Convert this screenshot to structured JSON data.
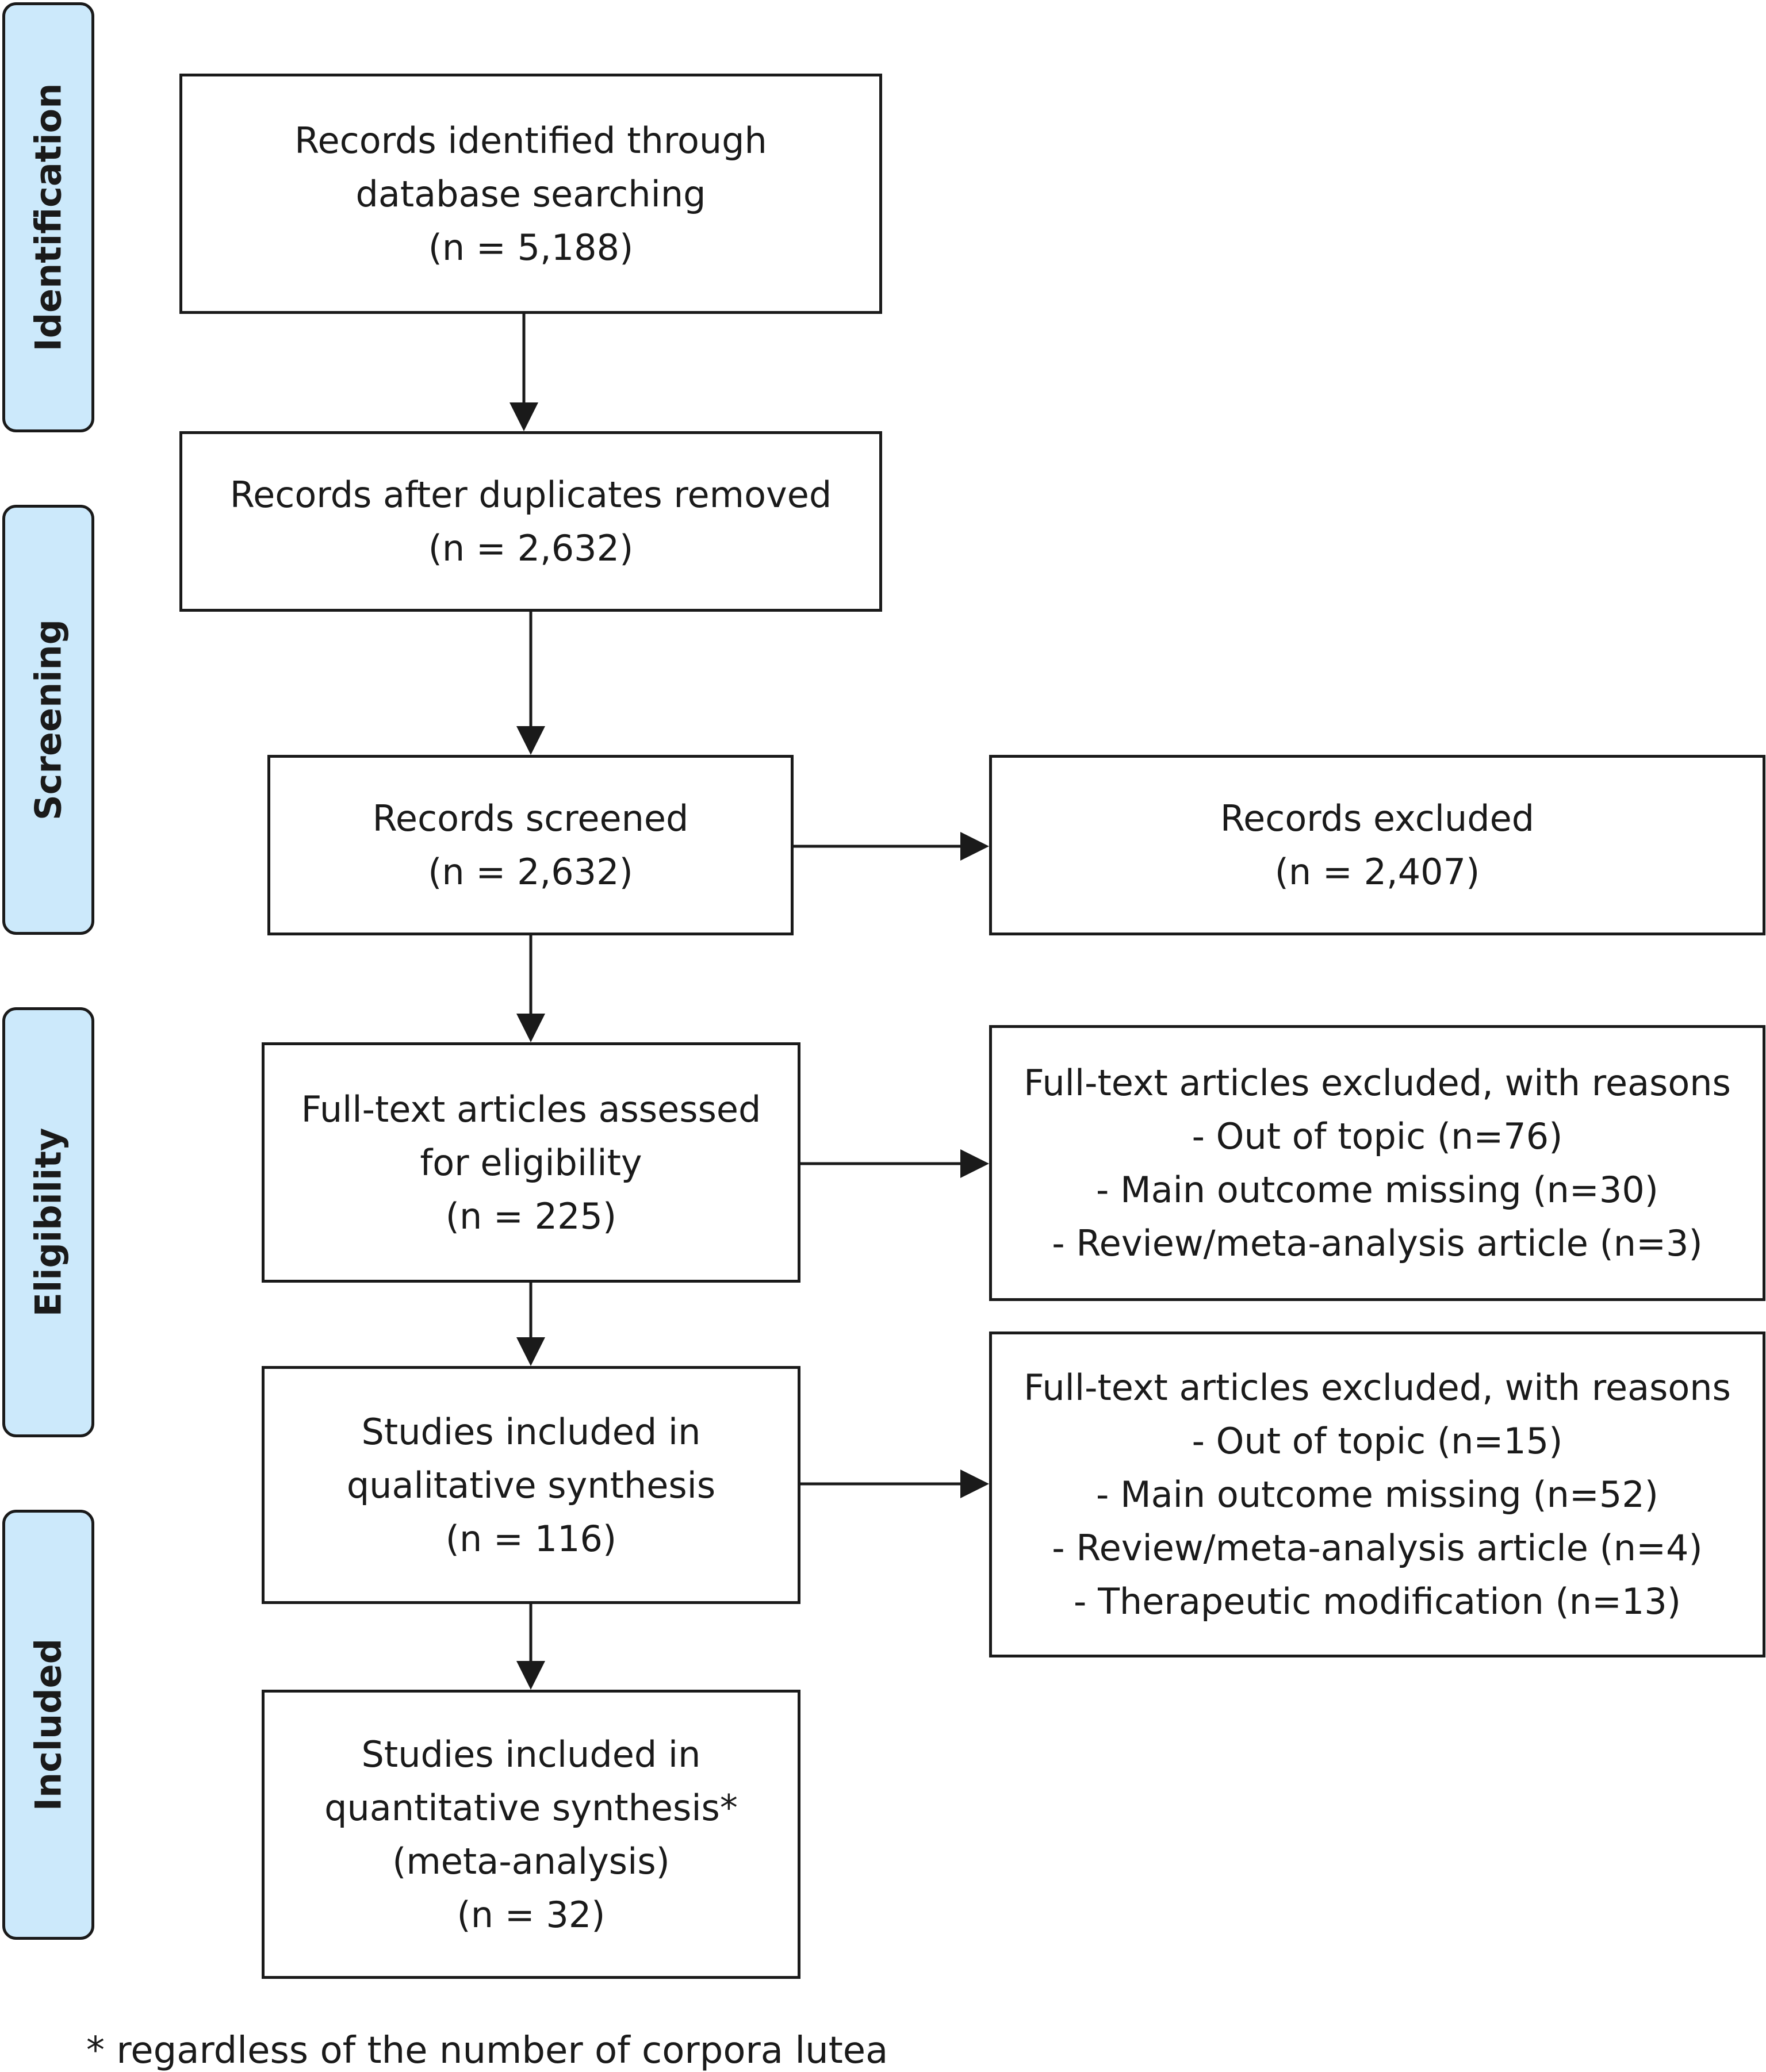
{
  "stages": {
    "identification": "Identification",
    "screening": "Screening",
    "eligibility": "Eligibility",
    "included": "Included"
  },
  "boxes": {
    "identified": [
      "Records identified through",
      "database searching",
      "(n = 5,188)"
    ],
    "after_duplicates": [
      "Records after duplicates removed",
      "(n = 2,632)"
    ],
    "screened": [
      "Records screened",
      "(n = 2,632)"
    ],
    "excluded": [
      "Records excluded",
      "(n = 2,407)"
    ],
    "fulltext_assessed": [
      "Full-text articles assessed",
      "for eligibility",
      "(n = 225)"
    ],
    "fulltext_excluded_1": [
      "Full-text articles excluded, with reasons",
      "-  Out of topic (n=76)",
      "-  Main outcome missing (n=30)",
      "-  Review/meta-analysis article (n=3)"
    ],
    "qualitative": [
      "Studies included in",
      "qualitative synthesis",
      "(n = 116)"
    ],
    "fulltext_excluded_2": [
      "Full-text articles excluded, with reasons",
      "-  Out of topic (n=15)",
      "-  Main outcome missing (n=52)",
      "-  Review/meta-analysis article (n=4)",
      "-  Therapeutic modification (n=13)"
    ],
    "quantitative": [
      "Studies included in",
      "quantitative synthesis*",
      "(meta-analysis)",
      "(n = 32)"
    ]
  },
  "footnote": "* regardless of the number of corpora lutea"
}
